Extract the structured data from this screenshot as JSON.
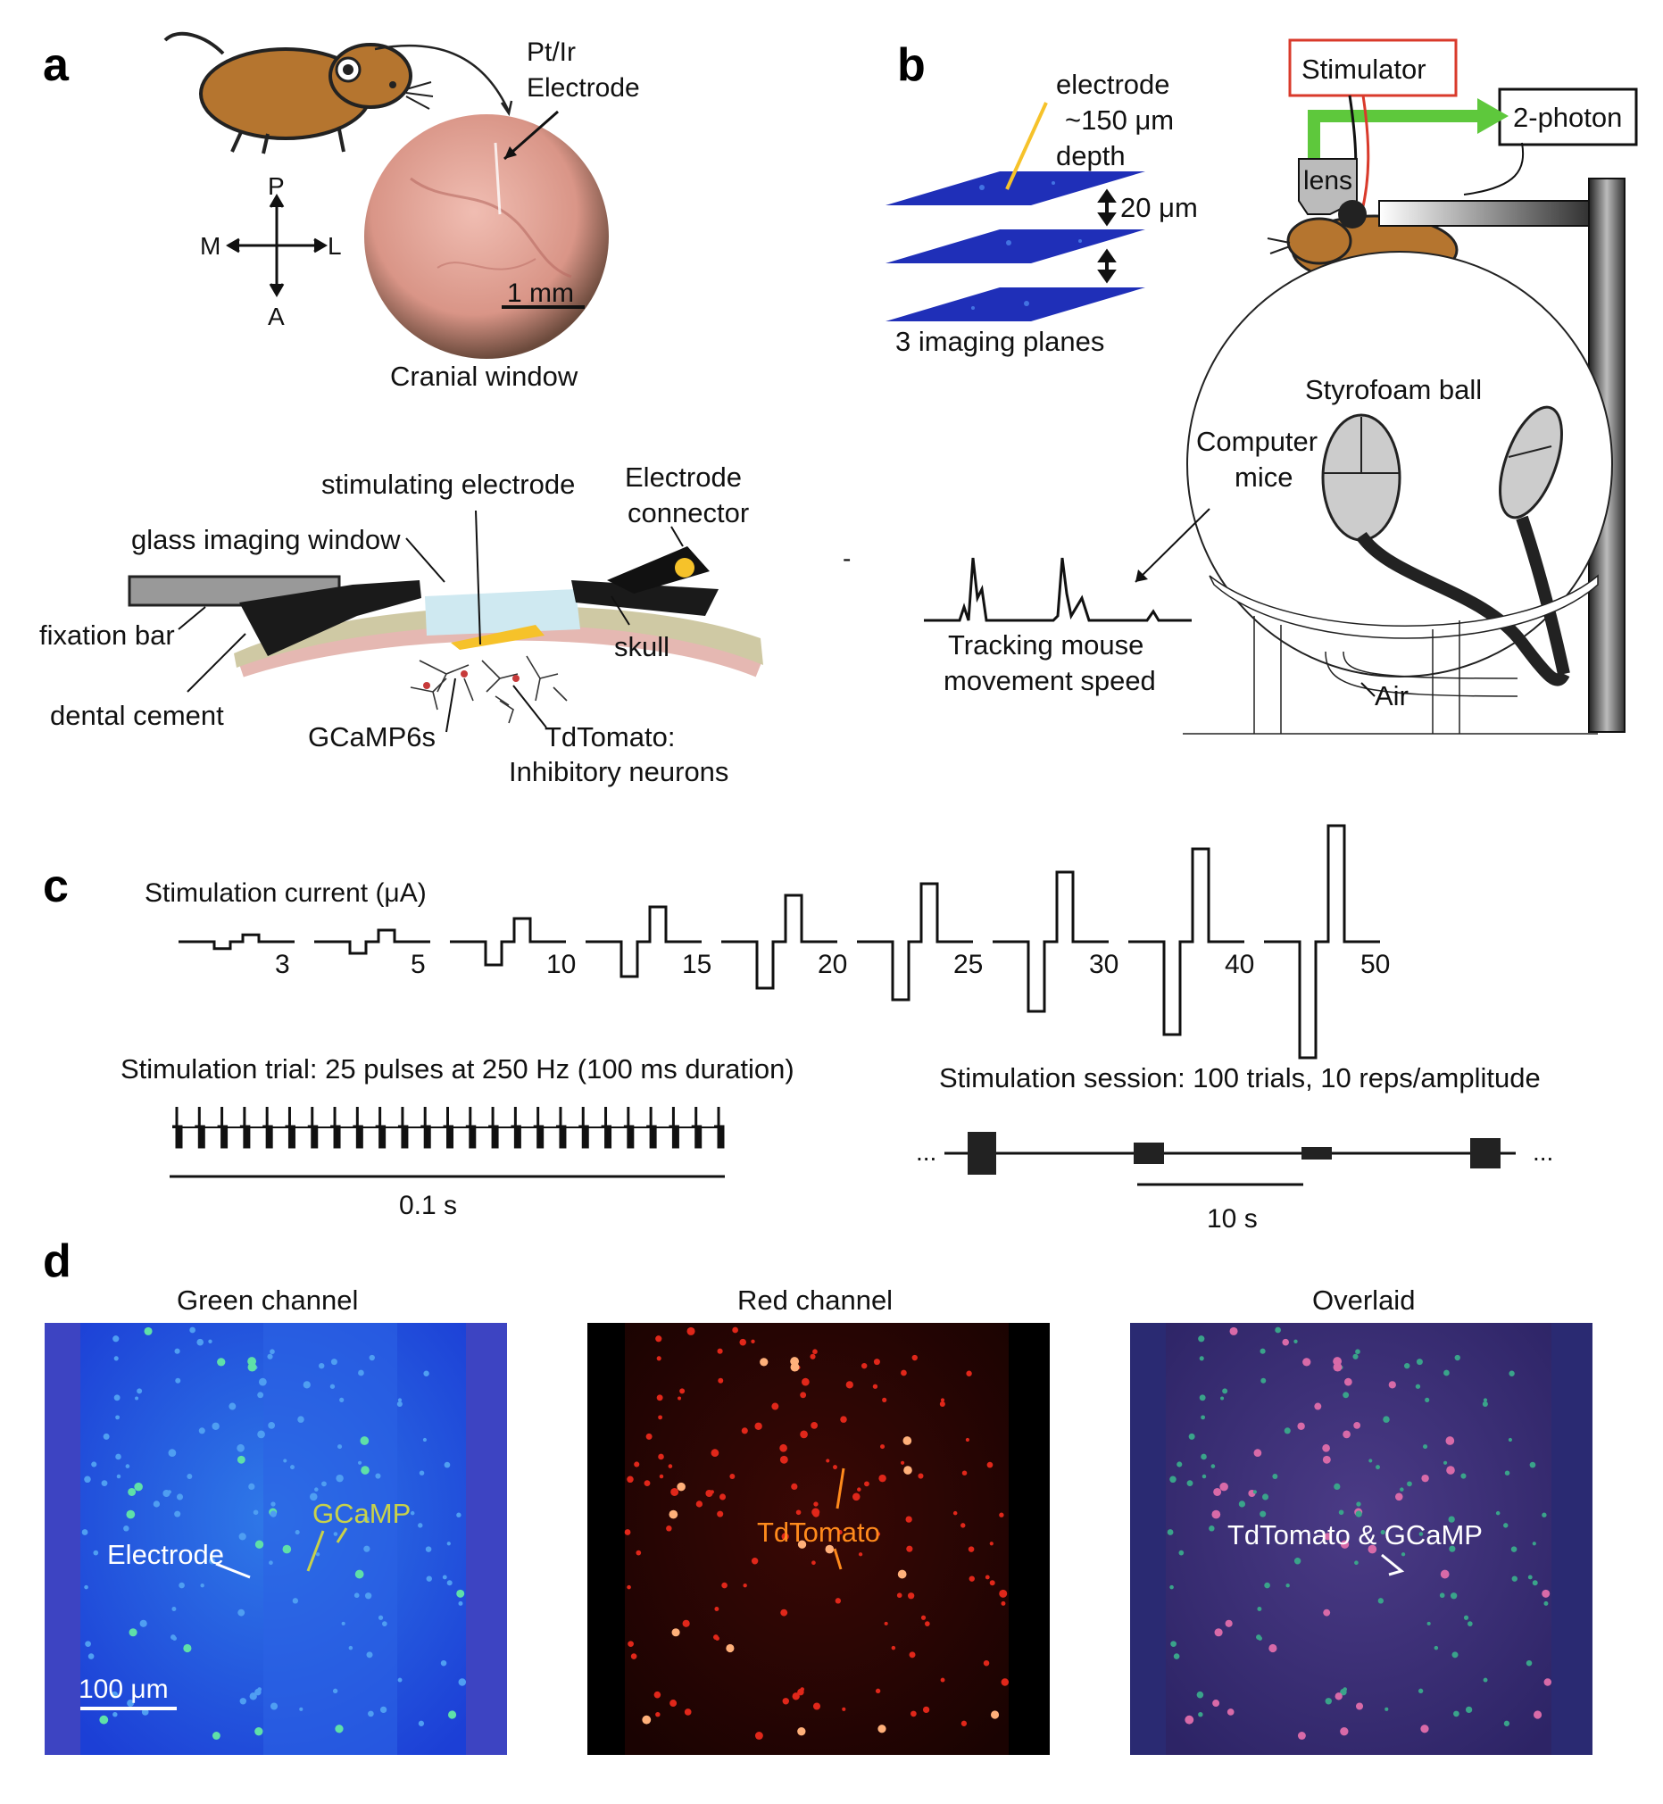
{
  "panels": {
    "a": {
      "letter": "a",
      "electrode_label_1": "Pt/Ir",
      "electrode_label_2": "Electrode",
      "compass": {
        "p": "P",
        "a": "A",
        "m": "M",
        "l": "L"
      },
      "scale_bar": "1 mm",
      "window_caption": "Cranial window",
      "cross_section": {
        "stimulating_electrode": "stimulating electrode",
        "electrode_connector_1": "Electrode",
        "electrode_connector_2": "connector",
        "glass_window": "glass imaging window",
        "fixation_bar": "fixation bar",
        "dental_cement": "dental cement",
        "skull": "skull",
        "gcamp": "GCaMP6s",
        "tdtomato_1": "TdTomato:",
        "tdtomato_2": "Inhibitory neurons"
      }
    },
    "b": {
      "letter": "b",
      "electrode_1": "electrode",
      "electrode_2": "~150 μm",
      "electrode_3": "depth",
      "plane_spacing": "20 μm",
      "planes_caption": "3 imaging planes",
      "stimulator": "Stimulator",
      "two_photon": "2-photon",
      "lens": "lens",
      "styrofoam": "Styrofoam ball",
      "computer_1": "Computer",
      "computer_2": "mice",
      "tracking_1": "Tracking mouse",
      "tracking_2": "movement speed",
      "air": "Air",
      "dash": "-"
    },
    "c": {
      "letter": "c",
      "current_title": "Stimulation current (μA)",
      "amplitudes": [
        "3",
        "5",
        "10",
        "15",
        "20",
        "25",
        "30",
        "40",
        "50"
      ],
      "trial_caption": "Stimulation trial: 25 pulses at 250 Hz (100 ms duration)",
      "trial_pulses": 25,
      "trial_scale": "0.1 s",
      "session_caption": "Stimulation session: 100 trials, 10 reps/amplitude",
      "session_scale": "10 s",
      "ellipsis_left": "...",
      "ellipsis_right": "..."
    },
    "d": {
      "letter": "d",
      "green_title": "Green channel",
      "red_title": "Red channel",
      "overlay_title": "Overlaid",
      "electrode_label": "Electrode",
      "gcamp_label": "GCaMP",
      "scale_bar": "100 μm",
      "tdtomato_label": "TdTomato",
      "overlay_label": "TdTomato & GCaMP"
    }
  },
  "colors": {
    "mouse_fur": "#b5752f",
    "brain_pink": "#e7a79b",
    "imaging_plane": "#1f2fb8",
    "electrode_yellow": "#f6c22a",
    "stimulator_red": "#d93a2b",
    "beam_green": "#5ec83c",
    "glass_blue": "#cfe9f1",
    "cement_tan": "#cfc9a4",
    "green_channel": "#1f4ee0",
    "red_channel": "#1a0302",
    "overlay": "#3a2a6e",
    "gcamp_label": "#c8d24a",
    "tdtomato_label": "#ff8a1c"
  }
}
